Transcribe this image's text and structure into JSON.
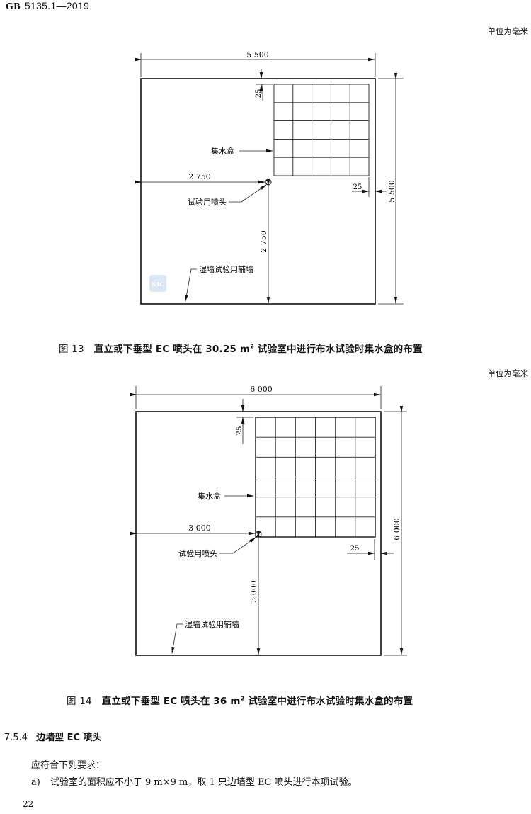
{
  "header": {
    "standard_code": "GB",
    "standard_number": "5135.1—2019"
  },
  "figures": [
    {
      "unit_label": "单位为毫米",
      "caption": {
        "prefix": "图 13",
        "text_before": "直立或下垂型 EC 喷头在 30.25 m",
        "sup": "2",
        "text_after": " 试验室中进行布水试验时集水盒的布置"
      },
      "room_width": "5 500",
      "room_height": "5 500",
      "offset_top": "25",
      "offset_right": "25",
      "nozzle_x": "2 750",
      "nozzle_y": "2 750",
      "label_box": "集水盒",
      "label_nozzle": "试验用喷头",
      "label_wall": "湿墙试验用辅墙",
      "grid": {
        "cols": 5,
        "rows": 5
      },
      "watermark": "SAC"
    },
    {
      "unit_label": "单位为毫米",
      "caption": {
        "prefix": "图 14",
        "text_before": "直立或下垂型 EC 喷头在 36 m",
        "sup": "2",
        "text_after": " 试验室中进行布水试验时集水盒的布置"
      },
      "room_width": "6 000",
      "room_height": "6 000",
      "offset_top": "25",
      "offset_right": "25",
      "nozzle_x": "3 000",
      "nozzle_y": "3 000",
      "label_box": "集水盒",
      "label_nozzle": "试验用喷头",
      "label_wall": "湿墙试验用辅墙",
      "grid": {
        "cols": 6,
        "rows": 6
      }
    }
  ],
  "section": {
    "number": "7.5.4",
    "title": "边墙型 EC 喷头",
    "intro": "应符合下列要求：",
    "items": [
      {
        "marker": "a)",
        "text": "试验室的面积应不小于 9 m×9 m，取 1 只边墙型 EC 喷头进行本项试验。"
      }
    ]
  },
  "footer": {
    "page_number": "22"
  }
}
